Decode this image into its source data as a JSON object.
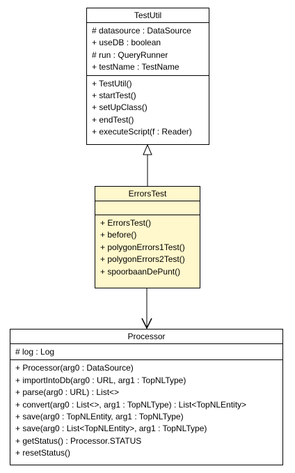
{
  "classes": {
    "testutil": {
      "name": "TestUtil",
      "attributes": [
        "# datasource : DataSource",
        "+ useDB : boolean",
        "# run : QueryRunner",
        "+ testName : TestName"
      ],
      "operations": [
        "+ TestUtil()",
        "+ startTest()",
        "+ setUpClass()",
        "+ endTest()",
        "+ executeScript(f : Reader)"
      ]
    },
    "errorstest": {
      "name": "ErrorsTest",
      "attributes": [],
      "operations": [
        "+ ErrorsTest()",
        "+ before()",
        "+ polygonErrors1Test()",
        "+ polygonErrors2Test()",
        "+ spoorbaanDePunt()"
      ]
    },
    "processor": {
      "name": "Processor",
      "attributes": [
        "# log : Log"
      ],
      "operations": [
        "+ Processor(arg0 : DataSource)",
        "+ importIntoDb(arg0 : URL, arg1 : TopNLType)",
        "+ parse(arg0 : URL) : List<>",
        "+ convert(arg0 : List<>, arg1 : TopNLType) : List<TopNLEntity>",
        "+ save(arg0 : TopNLEntity, arg1 : TopNLType)",
        "+ save(arg0 : List<TopNLEntity>, arg1 : TopNLType)",
        "+ getStatus() : Processor.STATUS",
        "+ resetStatus()"
      ]
    }
  },
  "colors": {
    "highlight_fill": "#fff8cc",
    "border": "#000000",
    "background": "#ffffff"
  }
}
